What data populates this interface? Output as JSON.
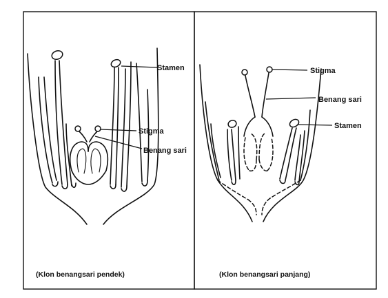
{
  "colors": {
    "ink": "#111111",
    "paper": "#ffffff"
  },
  "left_panel": {
    "caption": "(Klon benangsari pendek)",
    "labels": {
      "stamen": "Stamen",
      "stigma": "Stigma",
      "filament": "Benang sari"
    }
  },
  "right_panel": {
    "caption": "(Klon benangsari panjang)",
    "labels": {
      "stigma": "Stigma",
      "filament": "Benang sari",
      "stamen": "Stamen"
    }
  }
}
